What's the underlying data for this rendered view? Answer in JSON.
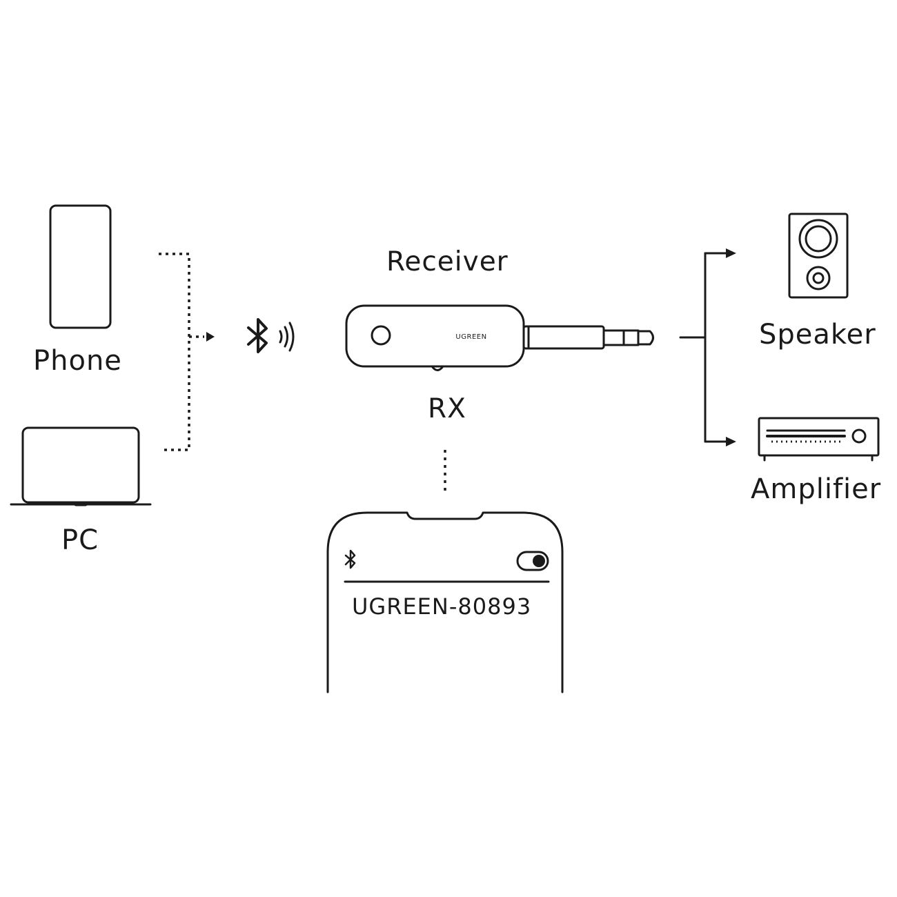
{
  "labels": {
    "phone": "Phone",
    "pc": "PC",
    "receiver_title": "Receiver",
    "receiver_mode": "RX",
    "speaker": "Speaker",
    "amplifier": "Amplifier",
    "device_name": "UGREEN-80893",
    "brand_mark": "UGREEN"
  },
  "colors": {
    "line": "#1a1a1a",
    "background": "#ffffff"
  },
  "icons": [
    "phone-icon",
    "laptop-icon",
    "bluetooth-icon",
    "signal-waves-icon",
    "receiver-device",
    "audio-jack-icon",
    "speaker-icon",
    "amplifier-icon",
    "toggle-switch-icon"
  ]
}
